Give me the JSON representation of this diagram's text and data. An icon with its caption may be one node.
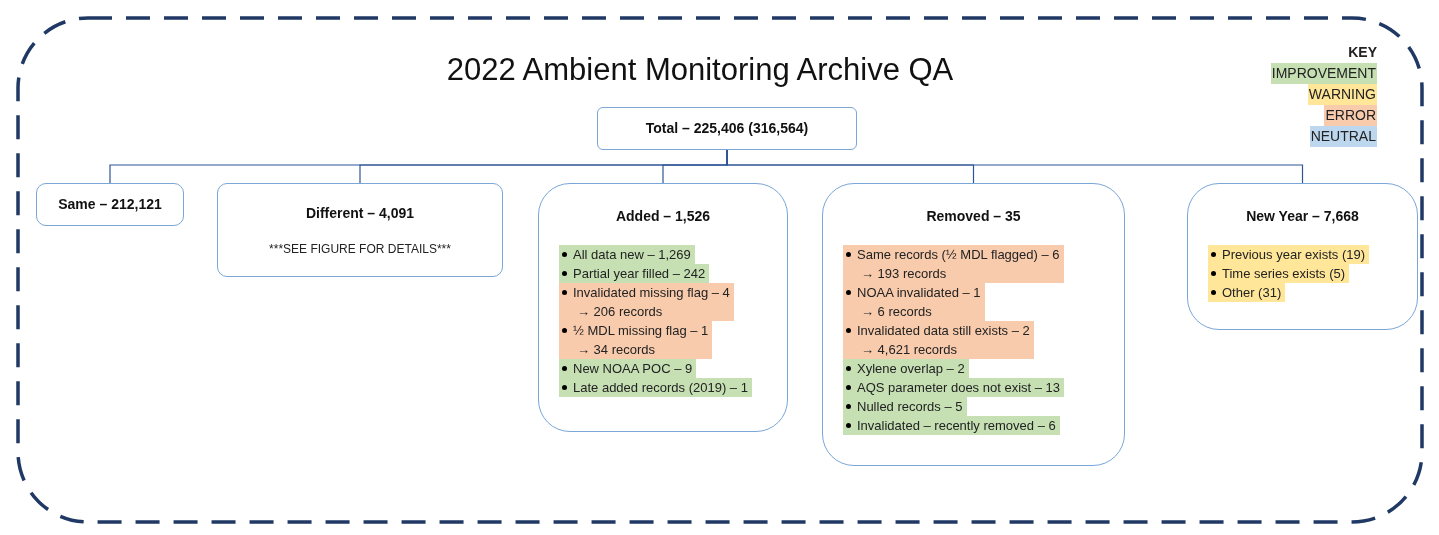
{
  "diagram": {
    "title": "2022 Ambient Monitoring Archive QA",
    "nodes": [
      {
        "text": [],
        "shape": "box"
      },
      {
        "text": [
          "Total – 225,406 (316,564)"
        ],
        "in": 0
      },
      {
        "text": [
          "Same – 212,121"
        ],
        "in": 0
      },
      {
        "text": [
          "Different – 4,091",
          "***SEE FIGURE FOR DETAILS***"
        ],
        "in": 0
      },
      {
        "text": [
          "Added – 1,526"
        ],
        "in": 0
      },
      {
        "text": [
          "All data new – 1,269"
        ],
        "in": 4
      },
      {
        "text": [
          "Partial year filled – 242"
        ],
        "in": 4
      },
      {
        "text": [
          "Invalidated missing flag – 4",
          "→ 206 records"
        ],
        "in": 4
      },
      {
        "text": [
          "½ MDL missing flag – 1",
          "→ 34 records"
        ],
        "in": 4
      },
      {
        "text": [
          "New NOAA POC – 9"
        ],
        "in": 4
      },
      {
        "text": [
          "Late added records (2019) – 1"
        ],
        "in": 4
      },
      {
        "text": [
          "Removed – 35"
        ],
        "in": 0
      },
      {
        "text": [
          "Same records (½ MDL flagged) – 6",
          "→ 193 records"
        ],
        "in": 11
      },
      {
        "text": [
          "NOAA invalidated – 1",
          "→ 6 records"
        ],
        "in": 11
      },
      {
        "text": [
          "Invalidated data still exists – 2",
          "→ 4,621 records"
        ],
        "in": 11
      },
      {
        "text": [
          "Xylene overlap – 2"
        ],
        "in": 11
      },
      {
        "text": [
          "AQS parameter does not exist – 13"
        ],
        "in": 11
      },
      {
        "text": [
          "Nulled records – 5"
        ],
        "in": 11
      },
      {
        "text": [
          "Invalidated – recently removed – 6"
        ],
        "in": 11
      },
      {
        "text": [
          "New Year – 7,668"
        ],
        "in": 0
      },
      {
        "text": [
          "Previous year exists (19)"
        ],
        "in": 19
      },
      {
        "text": [
          "Time series exists (5)"
        ],
        "in": 19
      },
      {
        "text": [
          "Other (31)"
        ],
        "in": 19
      }
    ],
    "edges": [
      {
        "from": 1,
        "to": 2,
        "arrow": "none"
      },
      {
        "from": 1,
        "to": 3,
        "arrow": "none"
      },
      {
        "from": 1,
        "to": 4,
        "arrow": "none"
      },
      {
        "from": 1,
        "to": 11,
        "arrow": "none"
      },
      {
        "from": 1,
        "to": 19,
        "arrow": "none"
      }
    ],
    "labels": [
      "KEY"
    ],
    "legend": [
      {
        "text": "IMPROVEMENT",
        "color": "#c6e0b4"
      },
      {
        "text": "WARNING",
        "color": "#ffe699"
      },
      {
        "text": "ERROR",
        "color": "#f8cbad"
      },
      {
        "text": "NEUTRAL",
        "color": "#bdd7ee"
      }
    ]
  }
}
